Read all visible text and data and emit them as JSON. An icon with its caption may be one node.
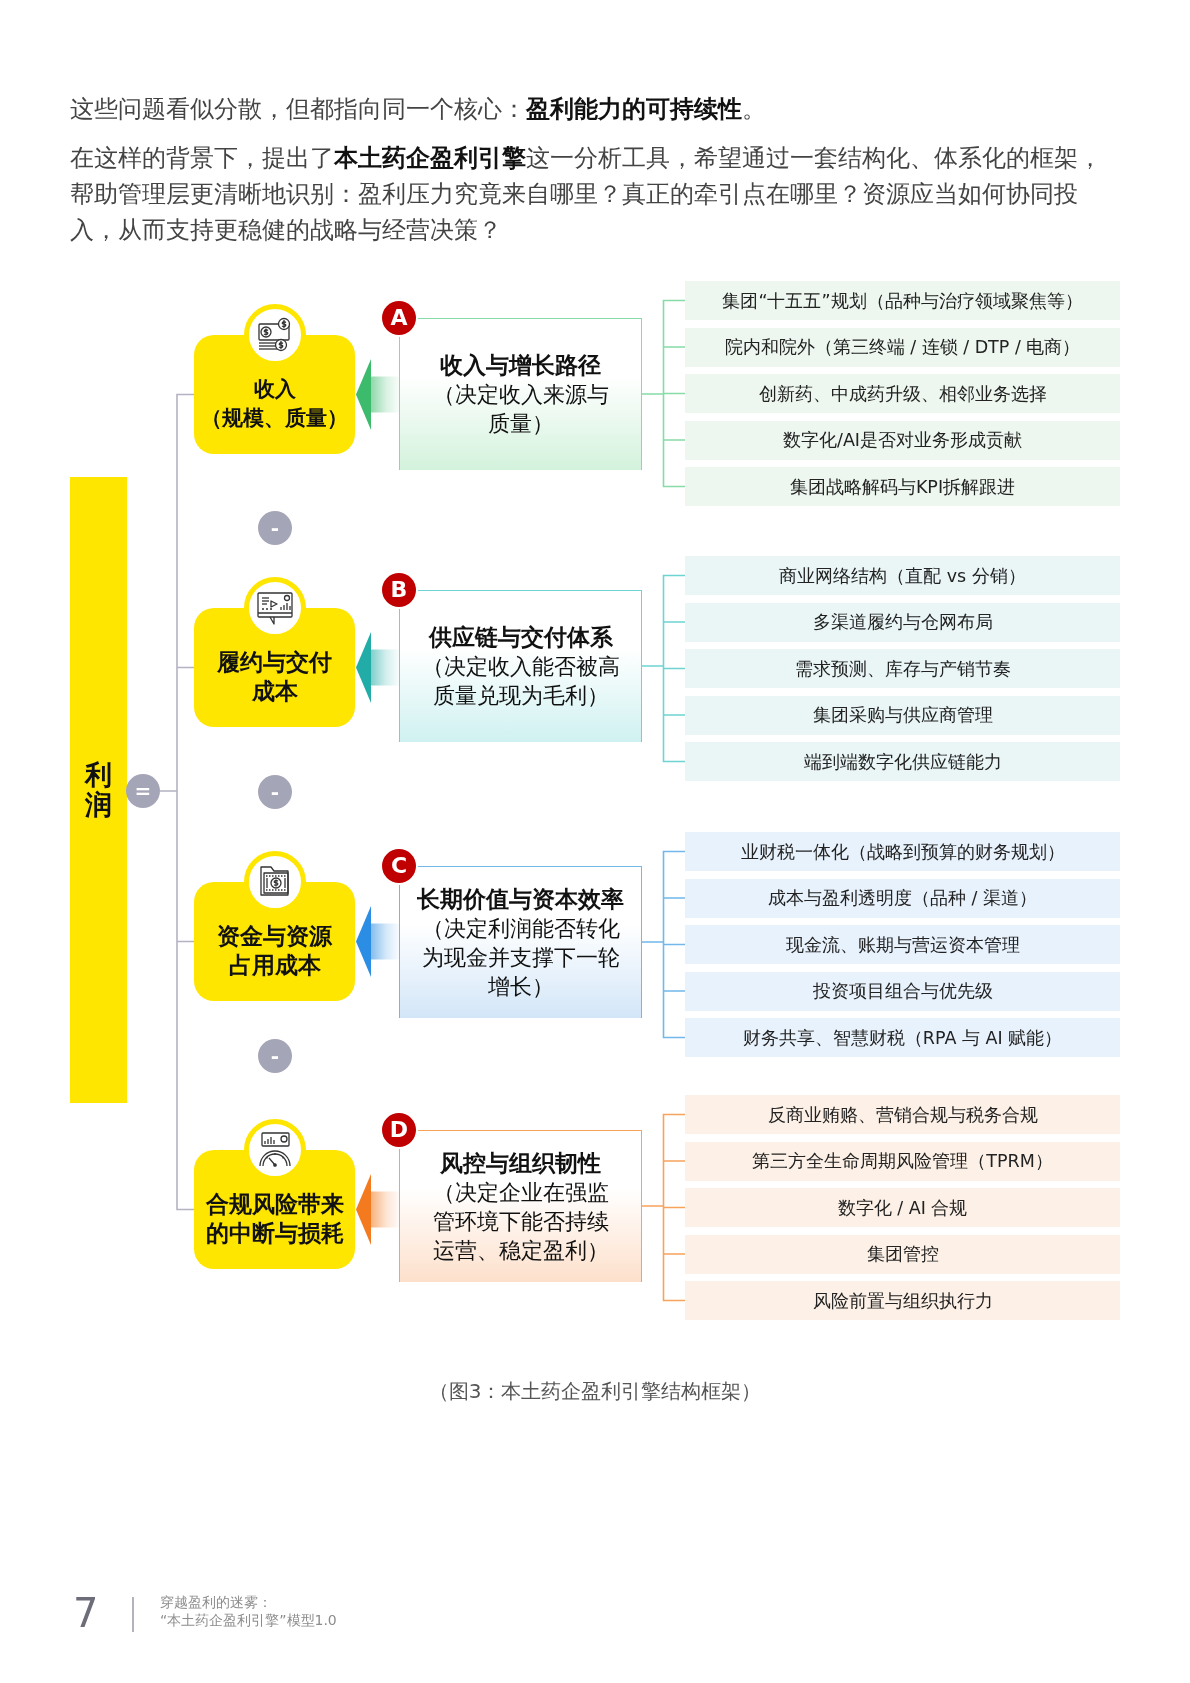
{
  "diagram": {
    "caption": "（图3：本土药企盈利引擎结构框架）",
    "nodes": [
      {
        "text": [
          "利润"
        ]
      },
      {
        "text": [
          "="
        ]
      },
      {
        "text": [
          "收入",
          "（规模、质量）"
        ]
      },
      {
        "text": [
          "A"
        ]
      },
      {
        "text": [
          "收入与增长路径",
          "（决定收入来源与质量）"
        ]
      },
      {
        "text": [
          "集团“十五五”规划（品种与治疗领域聚焦等）"
        ]
      },
      {
        "text": [
          "院内和院外（第三终端 / 连锁 / DTP / 电商）"
        ]
      },
      {
        "text": [
          "创新药、中成药升级、相邻业务选择"
        ]
      },
      {
        "text": [
          "数字化/AI是否对业务形成贡献"
        ]
      },
      {
        "text": [
          "集团战略解码与KPI拆解跟进"
        ]
      },
      {
        "text": [
          "-"
        ]
      },
      {
        "text": [
          "履约与交付成本"
        ]
      },
      {
        "text": [
          "B"
        ]
      },
      {
        "text": [
          "供应链与交付体系",
          "（决定收入能否被高质量兑现为毛利）"
        ]
      },
      {
        "text": [
          "商业网络结构（直配 vs 分销）"
        ]
      },
      {
        "text": [
          "多渠道履约与仓网布局"
        ]
      },
      {
        "text": [
          "需求预测、库存与产销节奏"
        ]
      },
      {
        "text": [
          "集团采购与供应商管理"
        ]
      },
      {
        "text": [
          "端到端数字化供应链能力"
        ]
      },
      {
        "text": [
          "-"
        ]
      },
      {
        "text": [
          "资金与资源占用成本"
        ]
      },
      {
        "text": [
          "C"
        ]
      },
      {
        "text": [
          "长期价值与资本效率",
          "（决定利润能否转化为现金并支撑下一轮增长）"
        ]
      },
      {
        "text": [
          "业财税一体化（战略到预算的财务规划）"
        ]
      },
      {
        "text": [
          "成本与盈利透明度（品种 / 渠道）"
        ]
      },
      {
        "text": [
          "现金流、账期与营运资本管理"
        ]
      },
      {
        "text": [
          "投资项目组合与优先级"
        ]
      },
      {
        "text": [
          "财务共享、智慧财税（RPA 与 AI 赋能）"
        ]
      },
      {
        "text": [
          "-"
        ]
      },
      {
        "text": [
          "合规风险带来的中断与损耗"
        ]
      },
      {
        "text": [
          "D"
        ]
      },
      {
        "text": [
          "风控与组织韧性",
          "（决定企业在强监管环境下能否持续运营、稳定盈利）"
        ]
      },
      {
        "text": [
          "反商业贿赂、营销合规与税务合规"
        ]
      },
      {
        "text": [
          "第三方全生命周期风险管理（TPRM）"
        ]
      },
      {
        "text": [
          "数字化 / AI 合规"
        ]
      },
      {
        "text": [
          "集团管控"
        ]
      },
      {
        "text": [
          "风险前置与组织执行力"
        ]
      }
    ],
    "edges": [
      {
        "from": 1,
        "to": 2,
        "arrow": "none"
      },
      {
        "from": 1,
        "to": 11,
        "arrow": "none"
      },
      {
        "from": 1,
        "to": 20,
        "arrow": "none"
      },
      {
        "from": 1,
        "to": 29,
        "arrow": "none"
      },
      {
        "from": 4,
        "to": 2,
        "arrow": "to",
        "style": "thick",
        "color": "#3dbb6c"
      },
      {
        "from": 4,
        "to": 5,
        "arrow": "none",
        "color": "#86dca8"
      },
      {
        "from": 4,
        "to": 6,
        "arrow": "none",
        "color": "#86dca8"
      },
      {
        "from": 4,
        "to": 7,
        "arrow": "none",
        "color": "#86dca8"
      },
      {
        "from": 4,
        "to": 8,
        "arrow": "none",
        "color": "#86dca8"
      },
      {
        "from": 4,
        "to": 9,
        "arrow": "none",
        "color": "#86dca8"
      },
      {
        "from": 13,
        "to": 11,
        "arrow": "to",
        "style": "thick",
        "color": "#22aca8"
      },
      {
        "from": 13,
        "to": 14,
        "arrow": "none",
        "color": "#6ed3d3"
      },
      {
        "from": 13,
        "to": 15,
        "arrow": "none",
        "color": "#6ed3d3"
      },
      {
        "from": 13,
        "to": 16,
        "arrow": "none",
        "color": "#6ed3d3"
      },
      {
        "from": 13,
        "to": 17,
        "arrow": "none",
        "color": "#6ed3d3"
      },
      {
        "from": 13,
        "to": 18,
        "arrow": "none",
        "color": "#6ed3d3"
      },
      {
        "from": 22,
        "to": 20,
        "arrow": "to",
        "style": "thick",
        "color": "#2b8de3"
      },
      {
        "from": 22,
        "to": 23,
        "arrow": "none",
        "color": "#72b8ea"
      },
      {
        "from": 22,
        "to": 24,
        "arrow": "none",
        "color": "#72b8ea"
      },
      {
        "from": 22,
        "to": 25,
        "arrow": "none",
        "color": "#72b8ea"
      },
      {
        "from": 22,
        "to": 26,
        "arrow": "none",
        "color": "#72b8ea"
      },
      {
        "from": 22,
        "to": 27,
        "arrow": "none",
        "color": "#72b8ea"
      },
      {
        "from": 31,
        "to": 29,
        "arrow": "to",
        "style": "thick",
        "color": "#f47a1f"
      },
      {
        "from": 31,
        "to": 32,
        "arrow": "none",
        "color": "#f7a35c"
      },
      {
        "from": 31,
        "to": 33,
        "arrow": "none",
        "color": "#f7a35c"
      },
      {
        "from": 31,
        "to": 34,
        "arrow": "none",
        "color": "#f7a35c"
      },
      {
        "from": 31,
        "to": 35,
        "arrow": "none",
        "color": "#f7a35c"
      },
      {
        "from": 31,
        "to": 36,
        "arrow": "none",
        "color": "#f7a35c"
      }
    ],
    "labels": [
      "这些问题看似分散，但都指向同一个核心：**盈利能力的可持续性**。",
      "在这样的背景下，提出了**本土药企盈利引擎**这一分析工具，希望通过一套结构化、体系化的框架，帮助管理层更清晰地识别：盈利压力究竟来自哪里？真正的牵引点在哪里？资源应当如何协同投入，从而支持更稳健的战略与经营决策？",
      "7",
      "穿越盈利的迷雾：",
      "“本土药企盈利引擎”模型1.0"
    ]
  }
}
